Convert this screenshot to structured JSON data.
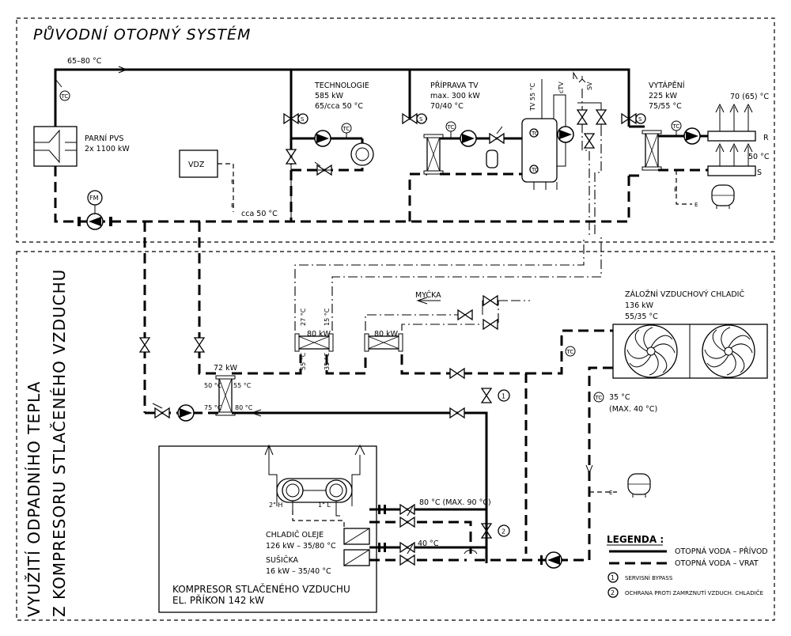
{
  "sections": {
    "original_title": "PŮVODNÍ OTOPNÝ SYSTÉM",
    "waste_heat_line1": "VYUŽITÍ ODPADNÍHO TEPLA",
    "waste_heat_line2": "Z KOMPRESORU STLAČENÉHO VZDUCHU"
  },
  "labels": {
    "supply_temp": "65–80 °C",
    "boiler_name": "PARNÍ PVS",
    "boiler_power": "2x 1100 kW",
    "vdz": "VDZ",
    "return_temp": "cca 50 °C",
    "fm": "FM",
    "tc": "TC",
    "e": "E",
    "s_valve": "S",
    "technology_title": "TECHNOLOGIE",
    "technology_power": "585 kW",
    "technology_temp": "65/cca 50 °C",
    "dhw_title": "PŘÍPRAVA TV",
    "dhw_power": "max. 300 kW",
    "dhw_temp": "70/40 °C",
    "tv55": "TV 55 °C",
    "ctv": "cTV",
    "sv": "SV",
    "heating_title": "VYTÁPĚNÍ",
    "heating_power": "225 kW",
    "heating_temp": "75/55 °C",
    "heating_out": "70 (65) °C",
    "heating_in": "50 °C",
    "r": "R",
    "s": "S",
    "hx72": "72 kW",
    "t50": "50 °C",
    "t55": "55 °C",
    "t75": "75 °C",
    "t80": "80 °C",
    "hx80a": "80 kW",
    "hx80b": "80 kW",
    "t27": "27 °C",
    "t15": "15 °C",
    "t55b": "55 °C",
    "t35": "35 °C",
    "washer": "MYČKA",
    "cooler_title": "ZÁLOŽNÍ VZDUCHOVÝ CHLADIČ",
    "cooler_power": "136 kW",
    "cooler_temp": "55/35 °C",
    "cooler_out": "35 °C",
    "cooler_max": "(MAX. 40 °C)",
    "n1": "1",
    "n2": "2",
    "oil_temp": "80 °C (MAX. 90 °C)",
    "dryer_temp": "40 °C",
    "h2": "2\" H",
    "l1": "1\" L",
    "oil_cooler_title": "CHLADIČ OLEJE",
    "oil_cooler_power": "126 kW – 35/80 °C",
    "dryer_title": "SUŠIČKA",
    "dryer_power": "16 kW – 35/40 °C",
    "compressor_title": "KOMPRESOR STLAČENÉHO VZDUCHU",
    "compressor_power": "EL. PŘÍKON 142 kW"
  },
  "legend": {
    "title": "LEGENDA :",
    "supply": "OTOPNÁ VODA – PŘÍVOD",
    "return": "OTOPNÁ VODA – VRAT",
    "note1": "SERVISNÍ BYPASS",
    "note2": "OCHRANA PROTI ZAMRZNUTÍ VZDUCH. CHLADIČE"
  }
}
